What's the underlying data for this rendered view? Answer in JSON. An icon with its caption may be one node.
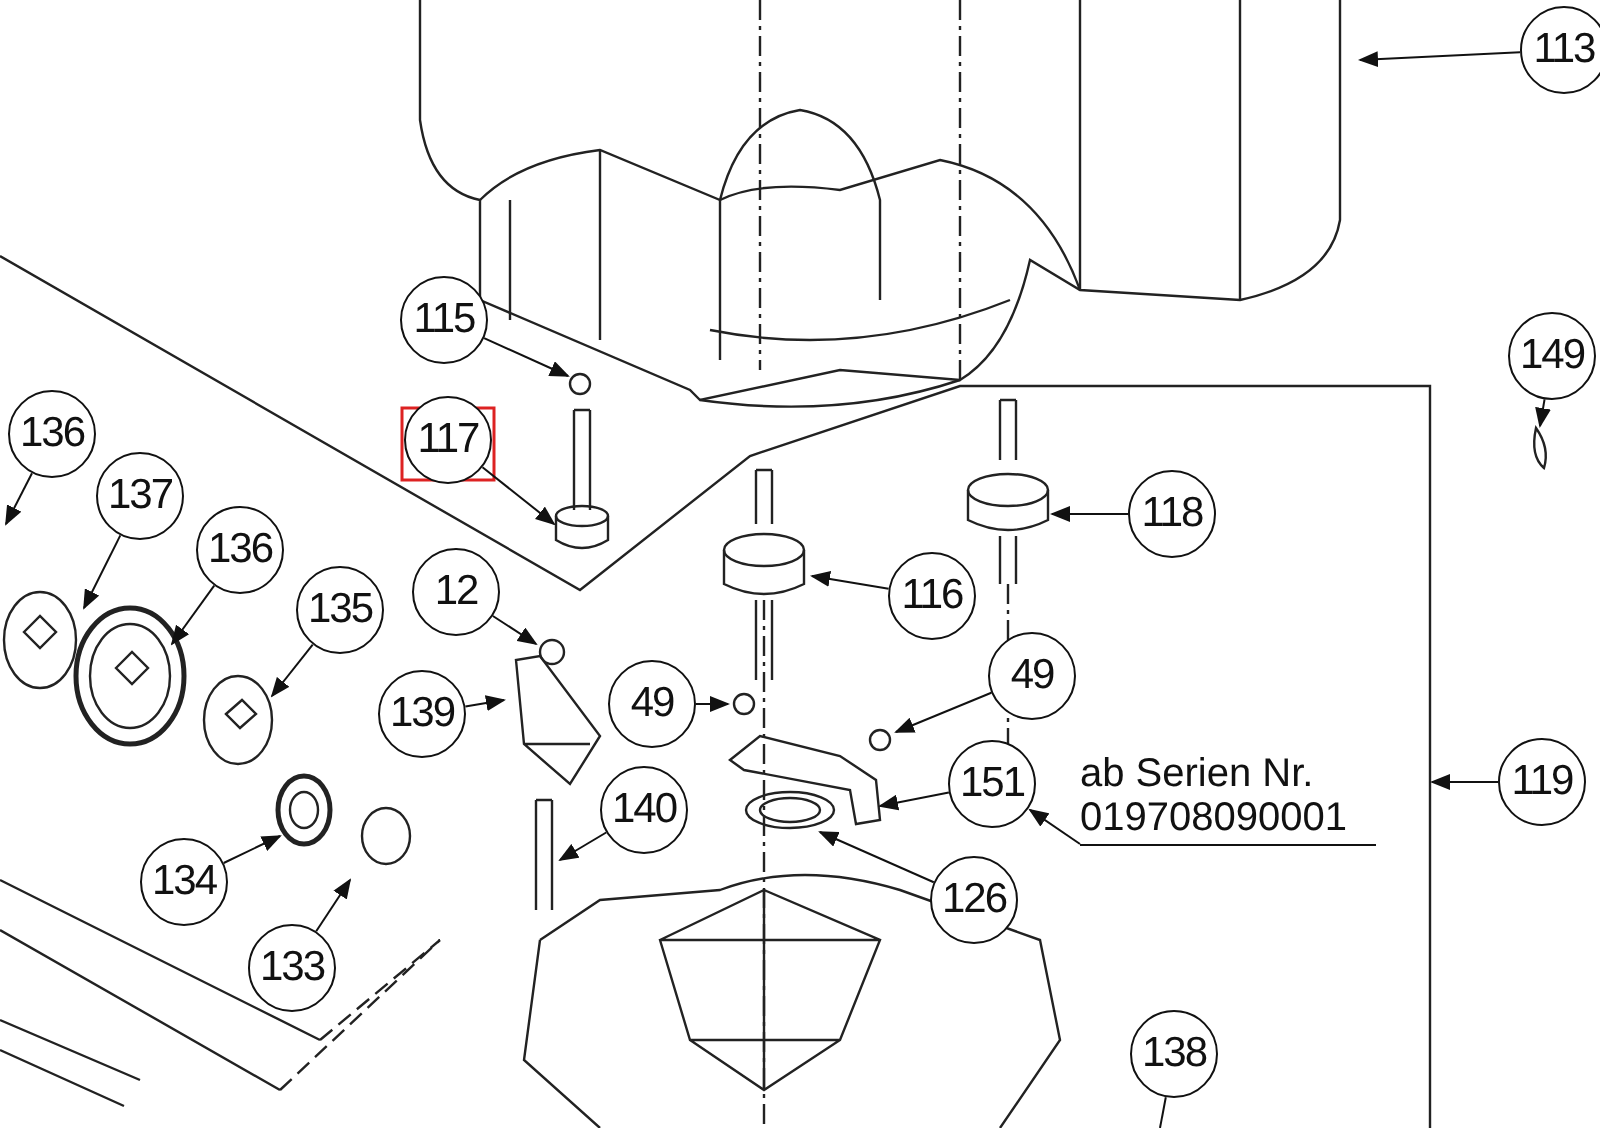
{
  "diagram": {
    "nodes": [
      {
        "text": [
          "113"
        ]
      },
      {
        "text": [
          "115"
        ]
      },
      {
        "text": [
          "117"
        ]
      },
      {
        "text": [
          "149"
        ]
      },
      {
        "text": [
          "118"
        ]
      },
      {
        "text": [
          "116"
        ]
      },
      {
        "text": [
          "136"
        ]
      },
      {
        "text": [
          "137"
        ]
      },
      {
        "text": [
          "136"
        ]
      },
      {
        "text": [
          "135"
        ]
      },
      {
        "text": [
          "12"
        ]
      },
      {
        "text": [
          "139"
        ]
      },
      {
        "text": [
          "49"
        ]
      },
      {
        "text": [
          "49"
        ]
      },
      {
        "text": [
          "140"
        ]
      },
      {
        "text": [
          "151"
        ]
      },
      {
        "text": [
          "ab Serien Nr. 019708090001"
        ]
      },
      {
        "text": [
          "119"
        ]
      },
      {
        "text": [
          "134"
        ]
      },
      {
        "text": [
          "133"
        ]
      },
      {
        "text": [
          "126"
        ]
      },
      {
        "text": [
          "138"
        ]
      }
    ],
    "edges": [
      {
        "from": 0,
        "to": null,
        "arrow": "to"
      },
      {
        "from": 1,
        "to": null,
        "arrow": "to"
      },
      {
        "from": 2,
        "to": null,
        "arrow": "to"
      },
      {
        "from": 3,
        "to": null,
        "arrow": "to"
      },
      {
        "from": 4,
        "to": null,
        "arrow": "to"
      },
      {
        "from": 5,
        "to": null,
        "arrow": "to"
      },
      {
        "from": 6,
        "to": null,
        "arrow": "to"
      },
      {
        "from": 7,
        "to": null,
        "arrow": "to"
      },
      {
        "from": 8,
        "to": null,
        "arrow": "to"
      },
      {
        "from": 9,
        "to": null,
        "arrow": "to"
      },
      {
        "from": 10,
        "to": null,
        "arrow": "to"
      },
      {
        "from": 11,
        "to": null,
        "arrow": "to"
      },
      {
        "from": 12,
        "to": null,
        "arrow": "to"
      },
      {
        "from": 13,
        "to": null,
        "arrow": "to"
      },
      {
        "from": 14,
        "to": null,
        "arrow": "to"
      },
      {
        "from": 15,
        "to": null,
        "arrow": "to"
      },
      {
        "from": 16,
        "to": 15,
        "arrow": "to"
      },
      {
        "from": 17,
        "to": null,
        "arrow": "to"
      },
      {
        "from": 18,
        "to": null,
        "arrow": "to"
      },
      {
        "from": 19,
        "to": null,
        "arrow": "to"
      },
      {
        "from": 20,
        "to": null,
        "arrow": "to"
      },
      {
        "from": 21,
        "to": null,
        "arrow": "none"
      }
    ]
  }
}
